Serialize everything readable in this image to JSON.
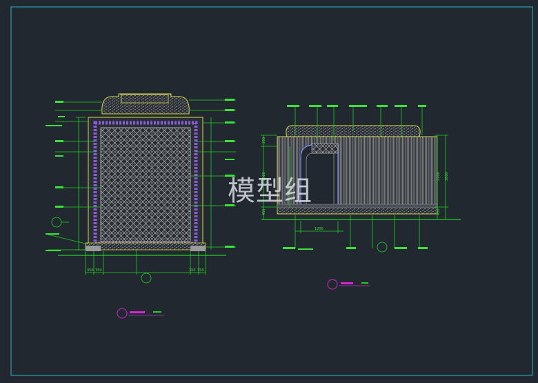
{
  "watermark": "模型组",
  "colors": {
    "background": "#212830",
    "frame": "#2fb4c6",
    "dimension": "#22d022",
    "outline": "#d8d84a",
    "purple": "#8a5bd6",
    "magenta": "#d02ad0",
    "hatch": "#c8c8c8",
    "label": "#3ee03e"
  },
  "left_view": {
    "title_label": "",
    "bottom_dims": [
      "350",
      "350",
      "350",
      "350"
    ]
  },
  "right_view": {
    "title_label": "",
    "dims_left": [
      "450",
      "2000",
      "250"
    ],
    "dim_bottom": "1200",
    "dim_right": [
      "2200",
      "3800",
      "450"
    ]
  }
}
